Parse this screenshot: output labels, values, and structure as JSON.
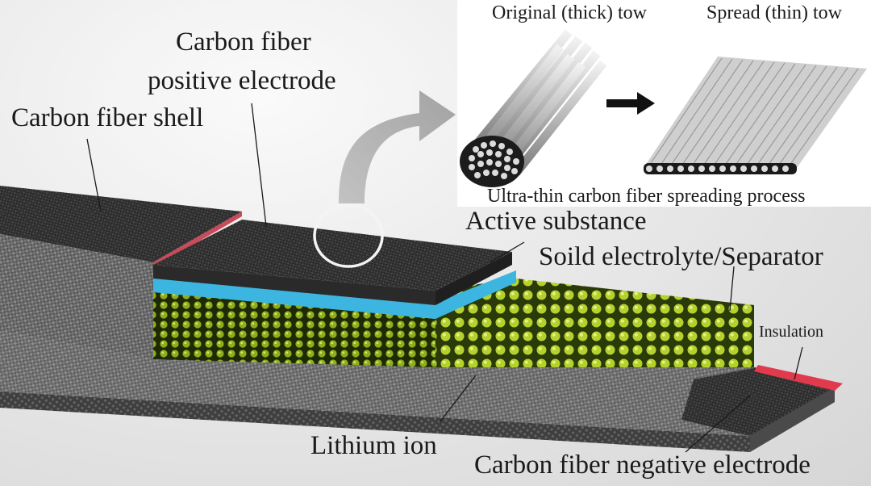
{
  "labels": {
    "carbon_fiber_shell": "Carbon fiber shell",
    "positive_electrode_line1": "Carbon fiber",
    "positive_electrode_line2": "positive electrode",
    "active_substance": "Active substance",
    "separator": "Soild electrolyte/Separator",
    "insulation": "Insulation",
    "lithium_ion": "Lithium ion",
    "negative_electrode": "Carbon fiber negative electrode"
  },
  "inset": {
    "original_tow": "Original (thick) tow",
    "spread_tow": "Spread (thin) tow",
    "caption": "Ultra-thin carbon fiber spreading process"
  },
  "colors": {
    "separator_blue": "#3cb6e0",
    "lithium_green": "#a9c62a",
    "insulation_red": "#e03a4c",
    "shell_dark": "#4a4a4a"
  }
}
